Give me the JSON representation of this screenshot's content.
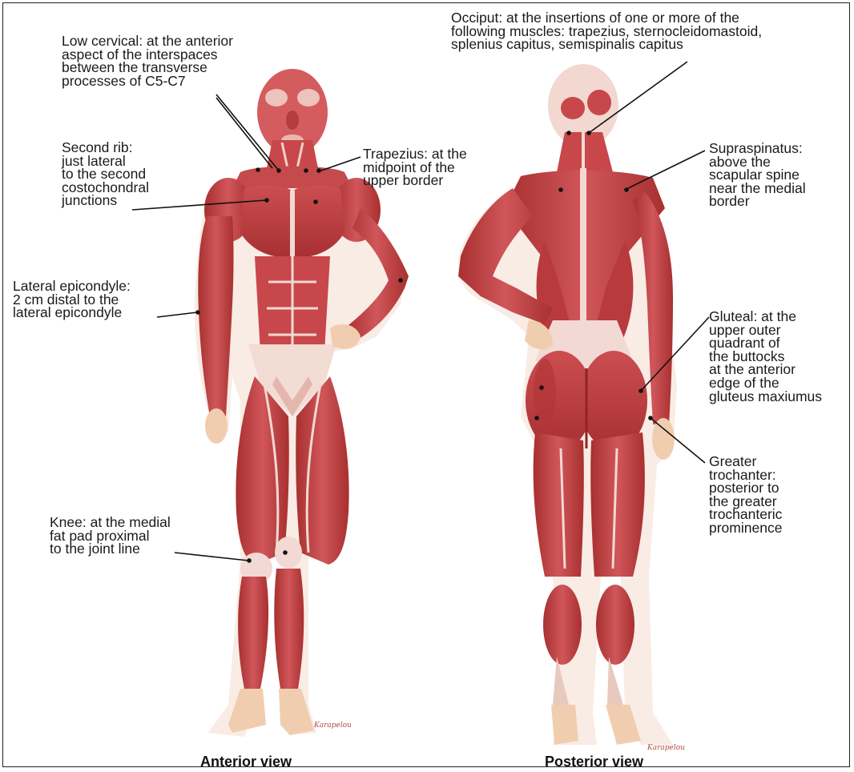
{
  "views": {
    "anterior": "Anterior view",
    "posterior": "Posterior view"
  },
  "artist_signature": "Karapelou",
  "colors": {
    "muscle": "#c8474a",
    "muscle_dark": "#a8302f",
    "tendon": "#f2d9d3",
    "skin": "#f1cdb0",
    "point": "#111111"
  },
  "labels": {
    "low_cervical": "Low cervical: at the anterior\naspect of the interspaces\nbetween the transverse\nprocesses of C5-C7",
    "second_rib": "Second rib:\njust lateral\nto the second\ncostochondral\njunctions",
    "trapezius": "Trapezius: at the\nmidpoint of the\nupper border",
    "lateral_epicondyle": "Lateral epicondyle:\n2 cm distal to the\nlateral epicondyle",
    "knee": "Knee: at the medial\nfat pad proximal\nto the joint line",
    "occiput": "Occiput: at the insertions of one or more of the\nfollowing muscles: trapezius, sternocleidomastoid,\nsplenius capitus, semispinalis capitus",
    "supraspinatus": "Supraspinatus:\nabove the\nscapular spine\nnear the medial\nborder",
    "gluteal": "Gluteal: at the\nupper outer\nquadrant of\nthe buttocks\nat the anterior\nedge of the\ngluteus maxiumus",
    "greater_trochanter": "Greater\ntrochanter:\nposterior to\nthe greater\ntrochanteric\nprominence"
  }
}
